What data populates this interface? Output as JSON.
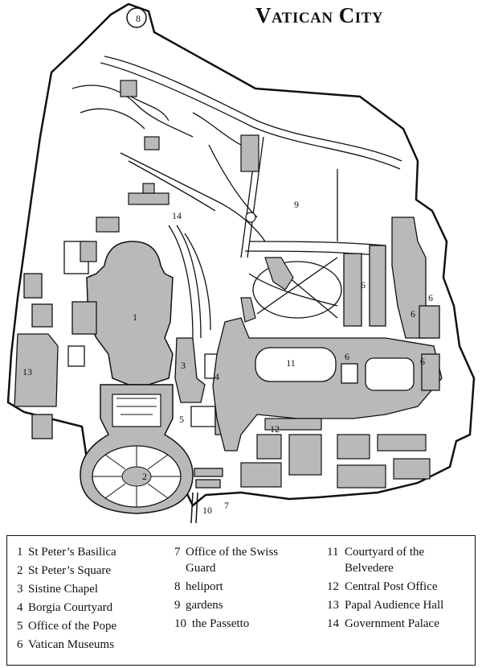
{
  "title": "Vatican City",
  "map_labels": [
    "1",
    "2",
    "3",
    "4",
    "5",
    "6",
    "6",
    "6",
    "6",
    "6",
    "7",
    "8",
    "9",
    "10",
    "11",
    "12",
    "13",
    "14"
  ],
  "legend": {
    "col1": [
      {
        "num": "1",
        "label": "St Peter’s Basilica"
      },
      {
        "num": "2",
        "label": "St Peter’s Square"
      },
      {
        "num": "3",
        "label": "Sistine Chapel"
      },
      {
        "num": "4",
        "label": "Borgia Courtyard"
      },
      {
        "num": "5",
        "label": "Office of the Pope"
      },
      {
        "num": "6",
        "label": "Vatican Museums"
      }
    ],
    "col2": [
      {
        "num": "7",
        "label": "Office of the Swiss\nGuard"
      },
      {
        "num": "8",
        "label": "heliport"
      },
      {
        "num": "9",
        "label": "gardens"
      },
      {
        "num": "10",
        "label": "the Passetto"
      }
    ],
    "col3": [
      {
        "num": "11",
        "label": "Courtyard of the\nBelvedere"
      },
      {
        "num": "12",
        "label": "Central Post Office"
      },
      {
        "num": "13",
        "label": "Papal Audience Hall"
      },
      {
        "num": "14",
        "label": "Government Palace"
      }
    ]
  },
  "colors": {
    "building": "#b9b9b9",
    "outline": "#111111",
    "ground": "#ffffff"
  }
}
